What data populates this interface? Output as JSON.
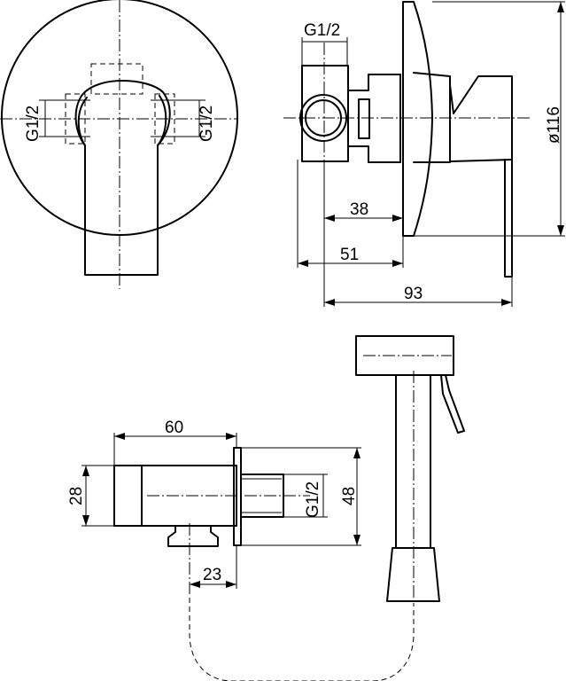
{
  "labels": {
    "top_thread_left": "G1/2",
    "top_thread_right": "G1/2",
    "side_thread": "G1/2",
    "bottom_thread": "G1/2",
    "diameter": "ø116",
    "dim_38": "38",
    "dim_51": "51",
    "dim_93": "93",
    "dim_60": "60",
    "dim_28": "28",
    "dim_48": "48",
    "dim_23": "23"
  }
}
